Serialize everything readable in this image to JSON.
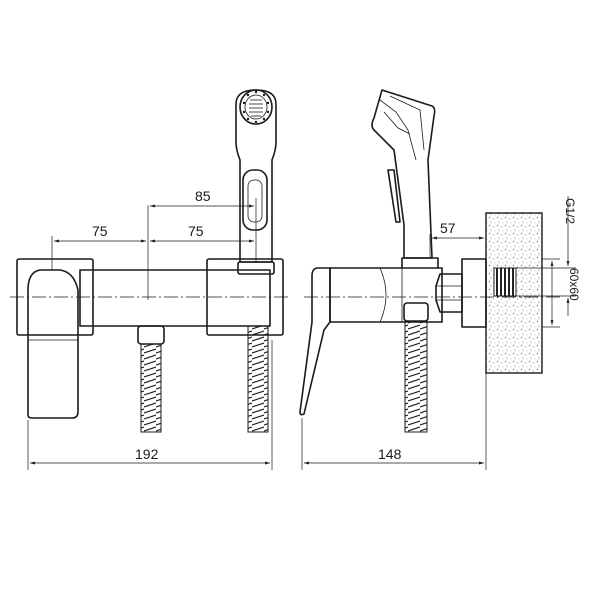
{
  "dimensions": {
    "width_front": "192",
    "depth_side": "148",
    "handle_offset": "85",
    "left_spacing": "75",
    "right_spacing": "75",
    "wall_offset": "57",
    "thread": "G1/2",
    "wall_box": "60x60"
  }
}
